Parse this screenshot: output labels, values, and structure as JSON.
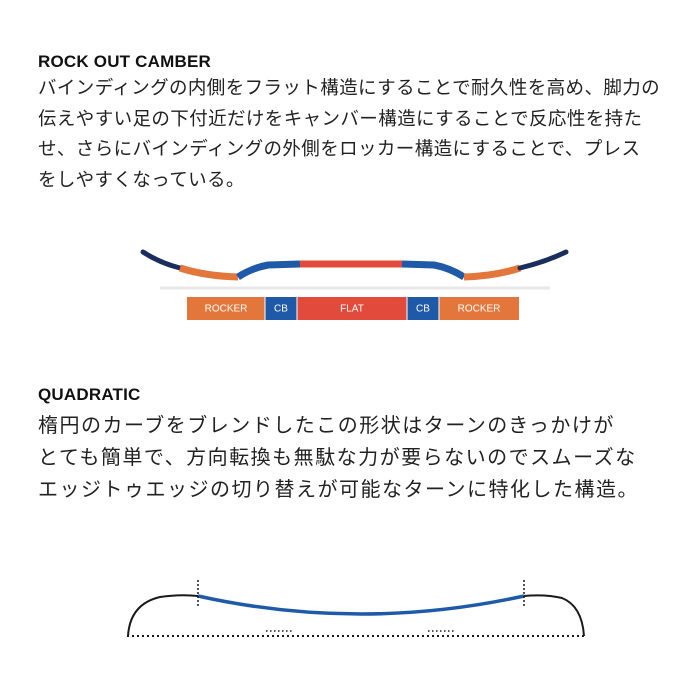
{
  "rock_out_camber": {
    "title": "ROCK OUT CAMBER",
    "lines": [
      "バインディングの内側をフラット構造にすることで耐久性を高め、脚力の",
      "伝えやすい足の下付近だけをキャンバー構造にすることで反応性を持た",
      "せ、さらにバインディングの外側をロッカー構造にすることで、プレス",
      "をしやすくなっている。"
    ],
    "profile_segments": [
      {
        "label": "ROCKER",
        "color": "#e3763a"
      },
      {
        "label": "CB",
        "color": "#1f5aa8"
      },
      {
        "label": "FLAT",
        "color": "#e24b3c"
      },
      {
        "label": "CB",
        "color": "#1f5aa8"
      },
      {
        "label": "ROCKER",
        "color": "#e3763a"
      }
    ],
    "colors": {
      "nose_tail": "#1a2e5e",
      "rocker": "#e3763a",
      "camber": "#1f5aa8",
      "flat": "#e24b3c"
    }
  },
  "quadratic": {
    "title": "QUADRATIC",
    "lines": [
      "楕円のカーブをブレンドしたこの形状はターンのきっかけが",
      "とても簡単で、方向転換も無駄な力が要らないのでスムーズな",
      "エッジトゥエッジの切り替えが可能なターンに特化した構造。"
    ],
    "colors": {
      "base_curve": "#1f5aa8",
      "tips": "#1a1a1a"
    }
  }
}
